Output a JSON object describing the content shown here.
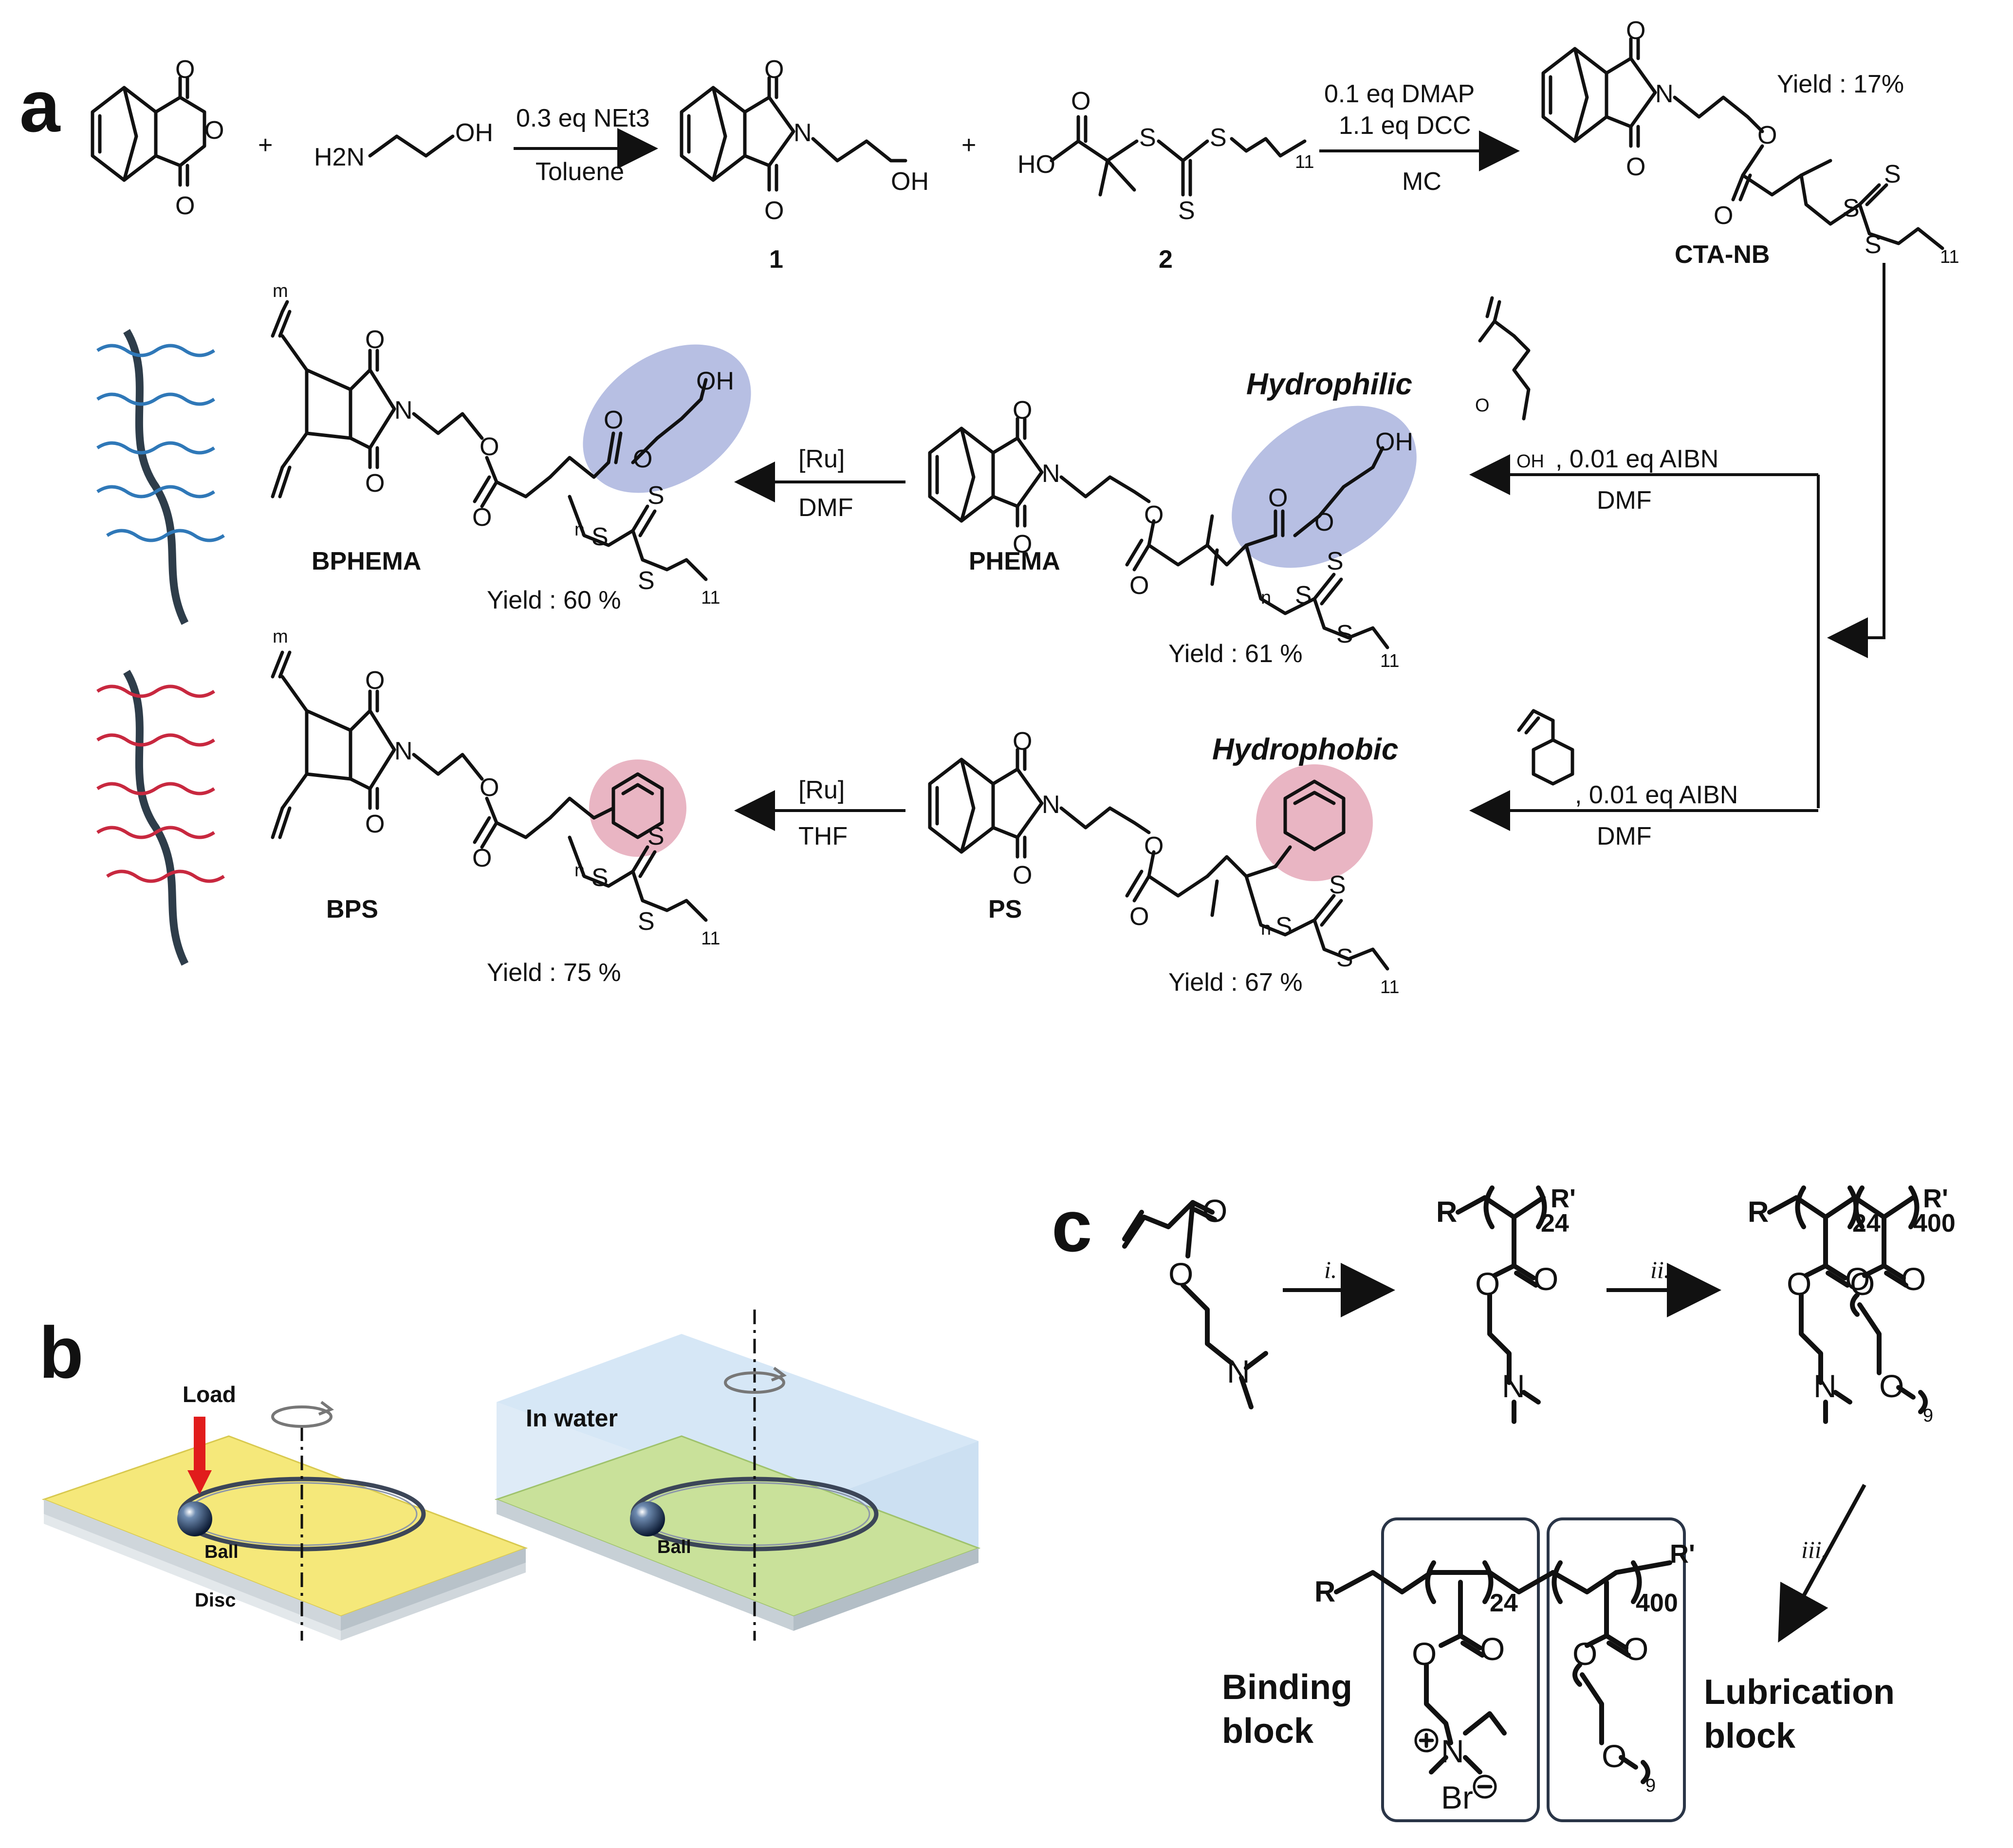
{
  "panel_labels": {
    "a": "a",
    "b": "b",
    "c": "c"
  },
  "panel_a": {
    "step1": {
      "reagent": "0.3 eq NEt3",
      "solvent": "Toluene",
      "amine": "H2N",
      "oh": "OH",
      "plus1": "+",
      "plus2": "+"
    },
    "compound_1": "1",
    "compound_2": "2",
    "acid_label": "HO",
    "step2": {
      "reagent1": "0.1 eq DMAP",
      "reagent2": "1.1 eq DCC",
      "solvent": "MC"
    },
    "cta": {
      "name": "CTA-NB",
      "yield": "Yield : 17%"
    },
    "hydrophilic": {
      "label": "Hydrophilic",
      "reagent": ", 0.01 eq AIBN",
      "solvent": "DMF",
      "product": "PHEMA",
      "yield": "Yield : 61 %",
      "romp_catalyst": "[Ru]",
      "romp_solvent": "DMF",
      "brush": "BPHEMA",
      "brush_yield": "Yield : 60 %"
    },
    "hydrophobic": {
      "label": "Hydrophobic",
      "reagent": ", 0.01 eq AIBN",
      "solvent": "DMF",
      "product": "PS",
      "yield": "Yield : 67 %",
      "romp_catalyst": "[Ru]",
      "romp_solvent": "THF",
      "brush": "BPS",
      "brush_yield": "Yield : 75 %"
    },
    "atoms": {
      "O": "O",
      "N": "N",
      "S": "S",
      "OH": "OH",
      "n": "n",
      "m": "m",
      "sub11": "11"
    }
  },
  "panel_b": {
    "load": "Load",
    "ball": "Ball",
    "disc": "Disc",
    "in_water": "In water",
    "colors": {
      "dry_top": "#f5e87a",
      "wet_top": "#c9e19a",
      "water": "#cfe3f4",
      "load_arrow": "#e11c1c"
    }
  },
  "panel_c": {
    "step_i": "i.",
    "step_ii": "ii.",
    "step_iii": "iii.",
    "R": "R",
    "Rp": "R'",
    "dp1": "24",
    "dp2": "400",
    "dp_peg": "9",
    "binding": [
      "Binding",
      "block"
    ],
    "lubrication": [
      "Lubrication",
      "block"
    ],
    "bromide": "Br",
    "atoms": {
      "O": "O",
      "N": "N"
    }
  },
  "colors": {
    "hydrophilic_highlight": "#9fa9d9",
    "hydrophobic_highlight": "#e4a3b4",
    "blue_chain": "#2f78b8",
    "red_chain": "#c8283f",
    "blue_text": "#2b3a9e"
  }
}
